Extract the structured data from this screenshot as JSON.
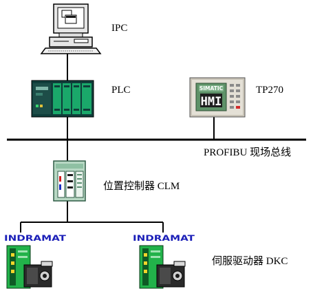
{
  "nodes": {
    "ipc": {
      "label": "IPC"
    },
    "plc": {
      "label": "PLC"
    },
    "hmi": {
      "label": "TP270",
      "screen_brand": "SIMATIC",
      "screen_text": "HMI"
    },
    "clm": {
      "label": "位置控制器 CLM"
    },
    "drives": {
      "label": "伺服驱动器 DKC",
      "brand": "INDRAMAT"
    }
  },
  "bus": {
    "label": "PROFIBU 现场总线"
  },
  "colors": {
    "line": "#000000",
    "plc_body": "#0f3d3a",
    "plc_module": "#1aa86a",
    "hmi_frame": "#c9c4b8",
    "hmi_screen": "#5e9268",
    "clm_body": "#b8d8c4",
    "indramat_blue": "#1b1fb8",
    "drive_green": "#22b24a"
  }
}
